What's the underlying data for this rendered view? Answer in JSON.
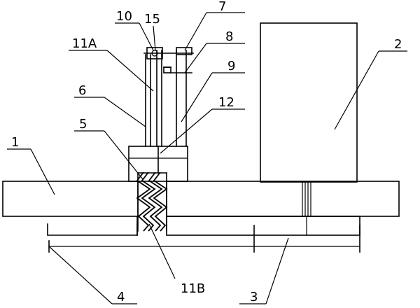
{
  "labels": {
    "l1": "1",
    "l2": "2",
    "l3": "3",
    "l4": "4",
    "l5": "5",
    "l6": "6",
    "l7": "7",
    "l8": "8",
    "l9": "9",
    "l10": "10",
    "l11a": "11A",
    "l11b": "11B",
    "l12": "12",
    "l15": "15"
  },
  "colors": {
    "line": "#000000",
    "background": "#ffffff"
  }
}
